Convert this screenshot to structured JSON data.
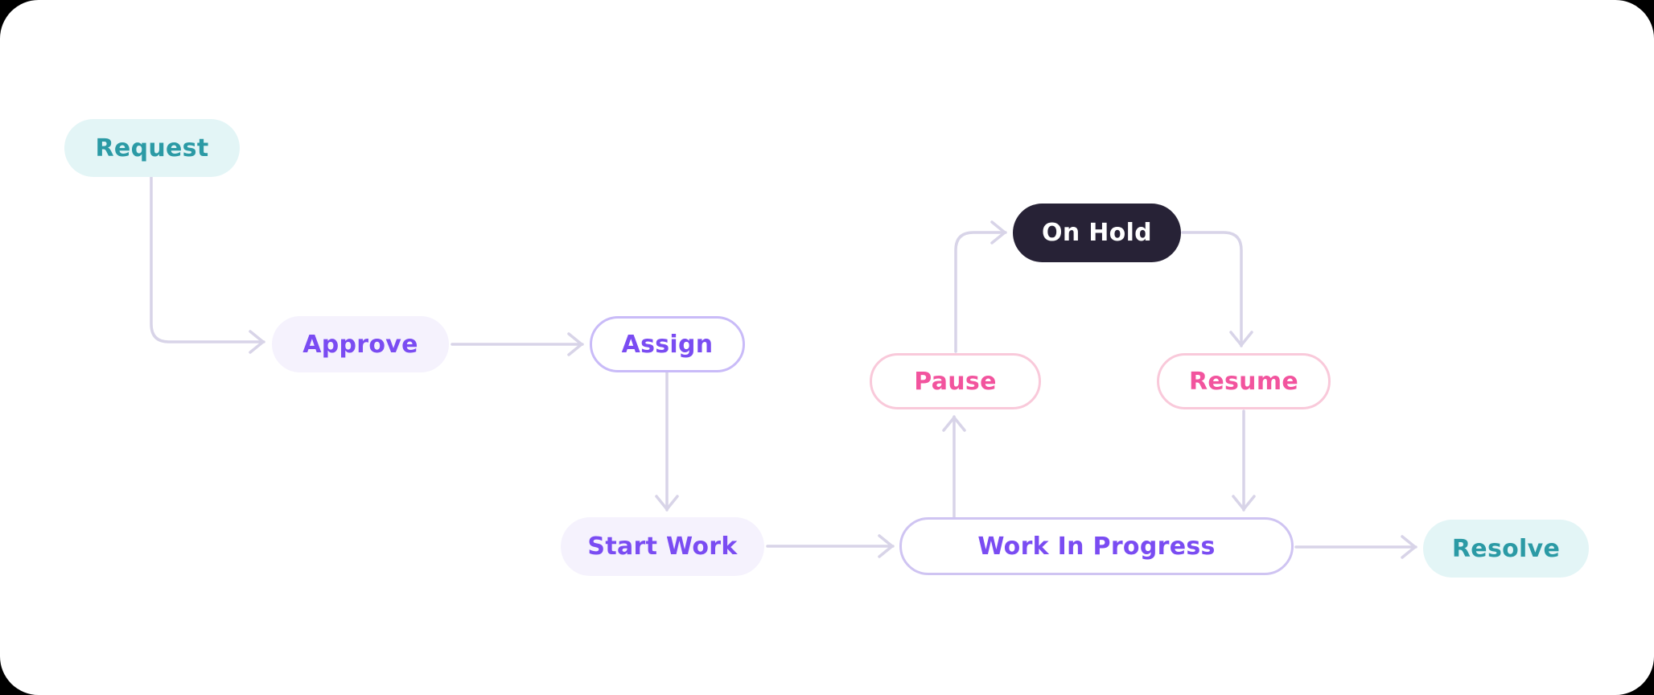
{
  "canvas": {
    "page_background": "#000000",
    "card_background": "#ffffff"
  },
  "diagram": {
    "edge_color": "#d8d4e8",
    "nodes": [
      {
        "id": "request",
        "label": "Request",
        "fill": "#e3f5f6",
        "text_color": "#2b9aa5",
        "border_color": "none"
      },
      {
        "id": "approve",
        "label": "Approve",
        "fill": "#f5f2fd",
        "text_color": "#7a4cf2",
        "border_color": "none"
      },
      {
        "id": "assign",
        "label": "Assign",
        "fill": "#ffffff",
        "text_color": "#7a4cf2",
        "border_color": "#c9bbf8"
      },
      {
        "id": "on_hold",
        "label": "On Hold",
        "fill": "#272236",
        "text_color": "#ffffff",
        "border_color": "none"
      },
      {
        "id": "pause",
        "label": "Pause",
        "fill": "#ffffff",
        "text_color": "#f2549e",
        "border_color": "#f9c9da"
      },
      {
        "id": "resume",
        "label": "Resume",
        "fill": "#ffffff",
        "text_color": "#f2549e",
        "border_color": "#f9c9da"
      },
      {
        "id": "start_work",
        "label": "Start Work",
        "fill": "#f5f2fd",
        "text_color": "#7a4cf2",
        "border_color": "none"
      },
      {
        "id": "work_in_progress",
        "label": "Work In Progress",
        "fill": "#ffffff",
        "text_color": "#7a4cf2",
        "border_color": "#cfc4f2"
      },
      {
        "id": "resolve",
        "label": "Resolve",
        "fill": "#e3f5f6",
        "text_color": "#2b9aa5",
        "border_color": "none"
      }
    ],
    "edges": [
      {
        "from": "request",
        "to": "approve"
      },
      {
        "from": "approve",
        "to": "assign"
      },
      {
        "from": "assign",
        "to": "start_work"
      },
      {
        "from": "start_work",
        "to": "work_in_progress"
      },
      {
        "from": "work_in_progress",
        "to": "pause"
      },
      {
        "from": "pause",
        "to": "on_hold"
      },
      {
        "from": "on_hold",
        "to": "resume"
      },
      {
        "from": "resume",
        "to": "work_in_progress"
      },
      {
        "from": "work_in_progress",
        "to": "resolve"
      }
    ]
  }
}
